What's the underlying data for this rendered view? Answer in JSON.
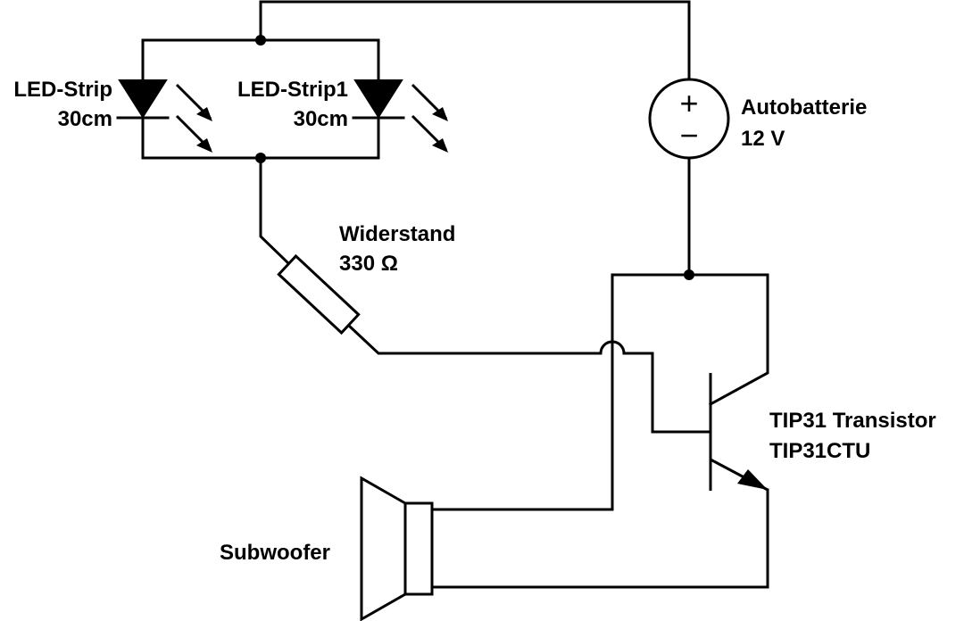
{
  "diagram": {
    "type": "circuit-schematic",
    "components": {
      "led1": {
        "name": "LED-Strip",
        "value": "30cm"
      },
      "led2": {
        "name": "LED-Strip1",
        "value": "30cm"
      },
      "battery": {
        "name": "Autobatterie",
        "value": "12 V",
        "plus_symbol": "+",
        "minus_symbol": "−"
      },
      "resistor": {
        "name": "Widerstand",
        "value": "330 Ω"
      },
      "transistor": {
        "name": "TIP31 Transistor",
        "value": "TIP31CTU"
      },
      "speaker": {
        "name": "Subwoofer"
      }
    },
    "colors": {
      "line": "#000000",
      "background": "#ffffff"
    }
  }
}
